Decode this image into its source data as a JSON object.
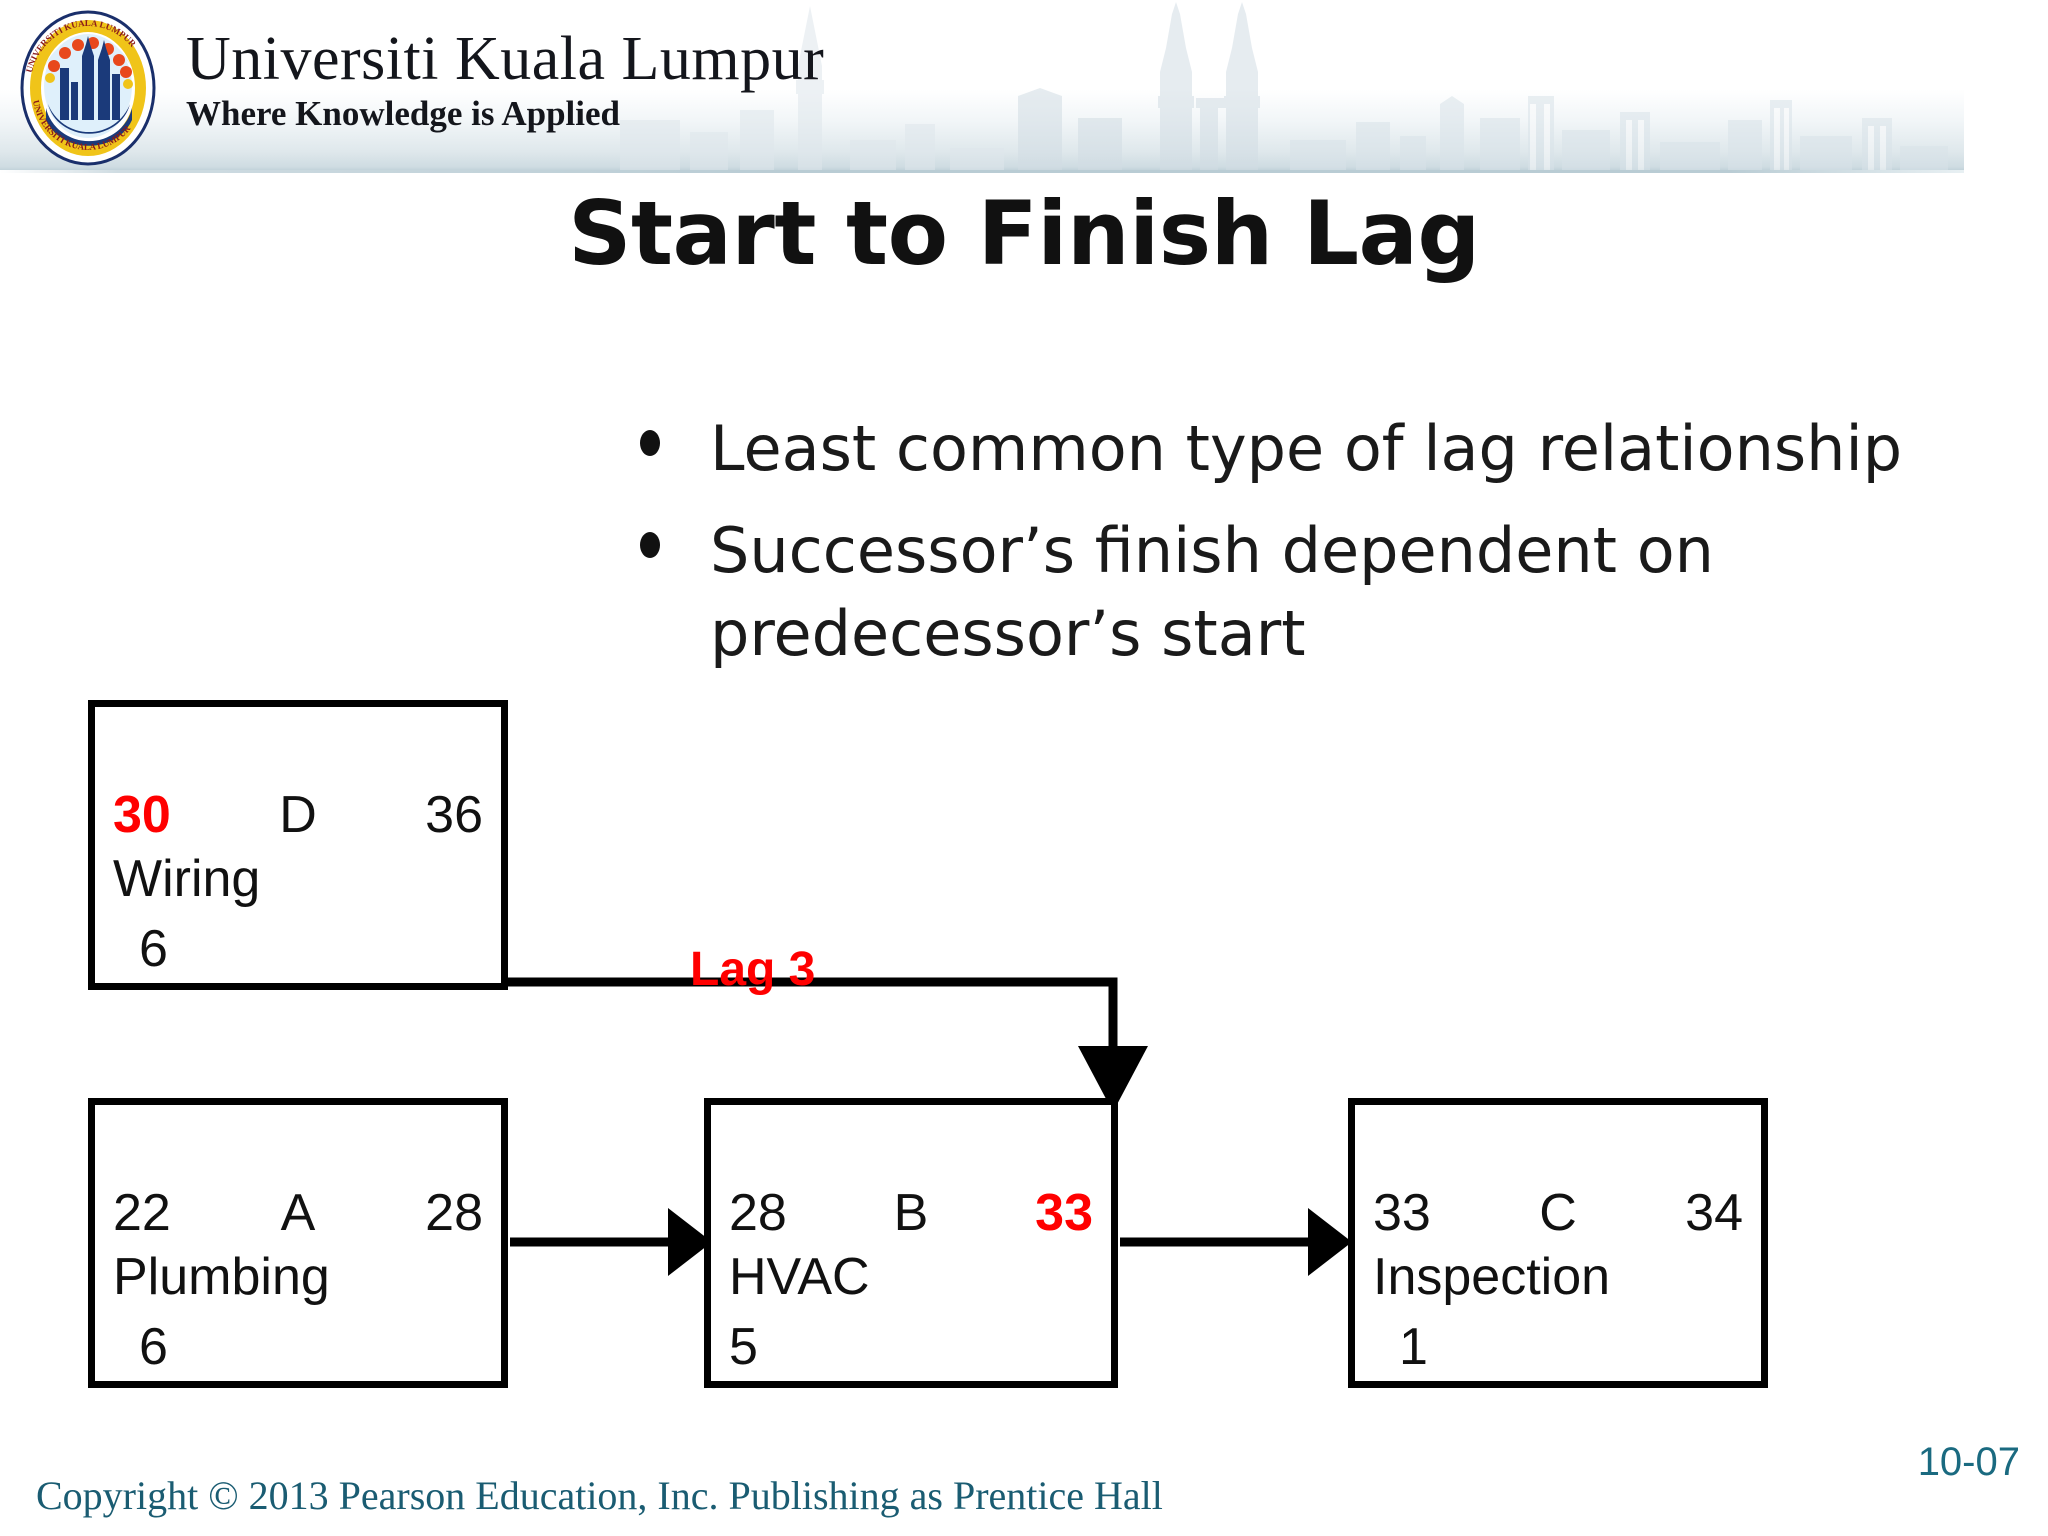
{
  "header": {
    "brand_main": "Universiti Kuala Lumpur",
    "brand_sub": "Where Knowledge is Applied",
    "logo_name": "unikl-crest-logo",
    "skyline_name": "kuala-lumpur-skyline-watermark"
  },
  "title": "Start to Finish Lag",
  "bullets": [
    {
      "text": "Least common type of lag relationship"
    },
    {
      "text": "Successor’s finish dependent on predecessor’s start"
    }
  ],
  "diagram": {
    "lag_label": "Lag 3",
    "lag_color": "#ff0000",
    "nodes": [
      {
        "key": "wiring",
        "early_start": "30",
        "activity_id": "D",
        "early_finish": "36",
        "name": "Wiring",
        "duration": "6",
        "highlight": "early_start"
      },
      {
        "key": "plumbing",
        "early_start": "22",
        "activity_id": "A",
        "early_finish": "28",
        "name": "Plumbing",
        "duration": "6",
        "highlight": "none"
      },
      {
        "key": "hvac",
        "early_start": "28",
        "activity_id": "B",
        "early_finish": "33",
        "name": "HVAC",
        "duration": "5",
        "highlight": "early_finish"
      },
      {
        "key": "inspection",
        "early_start": "33",
        "activity_id": "C",
        "early_finish": "34",
        "name": "Inspection",
        "duration": "1",
        "highlight": "none"
      }
    ]
  },
  "footer": {
    "copyright": "Copyright © 2013 Pearson Education, Inc. Publishing as Prentice Hall",
    "page_number": "10-07"
  }
}
